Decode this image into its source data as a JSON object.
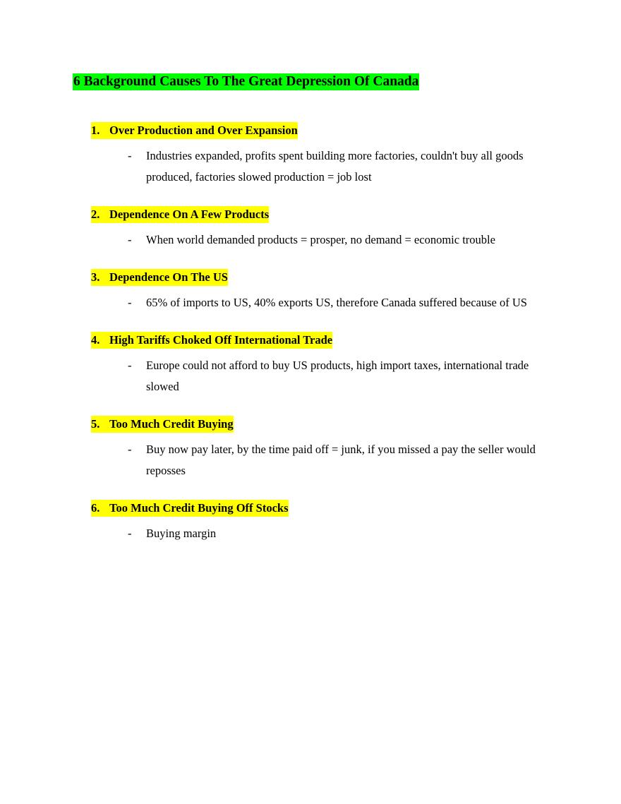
{
  "document": {
    "title": "6 Background Causes To The Great Depression Of Canada",
    "title_highlight": "#00ff00",
    "item_highlight": "#ffff00",
    "items": [
      {
        "number": "1.",
        "heading": "Over Production and Over Expansion",
        "bullet_marker": "-",
        "bullet": "Industries expanded, profits spent building more factories, couldn't buy all goods produced, factories slowed production = job lost"
      },
      {
        "number": "2.",
        "heading": "Dependence On A Few Products",
        "bullet_marker": "-",
        "bullet": "When world demanded products = prosper, no demand = economic trouble"
      },
      {
        "number": "3.",
        "heading": "Dependence On The US",
        "bullet_marker": "-",
        "bullet": "65% of imports to US, 40% exports US, therefore Canada suffered because of US"
      },
      {
        "number": "4.",
        "heading": "High Tariffs Choked Off International Trade",
        "bullet_marker": "-",
        "bullet": "Europe could not afford to buy US products, high import taxes, international trade slowed"
      },
      {
        "number": "5.",
        "heading": "Too Much Credit Buying",
        "bullet_marker": "-",
        "bullet": "Buy now pay later, by the time paid off = junk, if you missed a pay the seller would reposses"
      },
      {
        "number": "6.",
        "heading": "Too Much Credit Buying Off Stocks",
        "bullet_marker": "-",
        "bullet": "Buying margin"
      }
    ]
  }
}
